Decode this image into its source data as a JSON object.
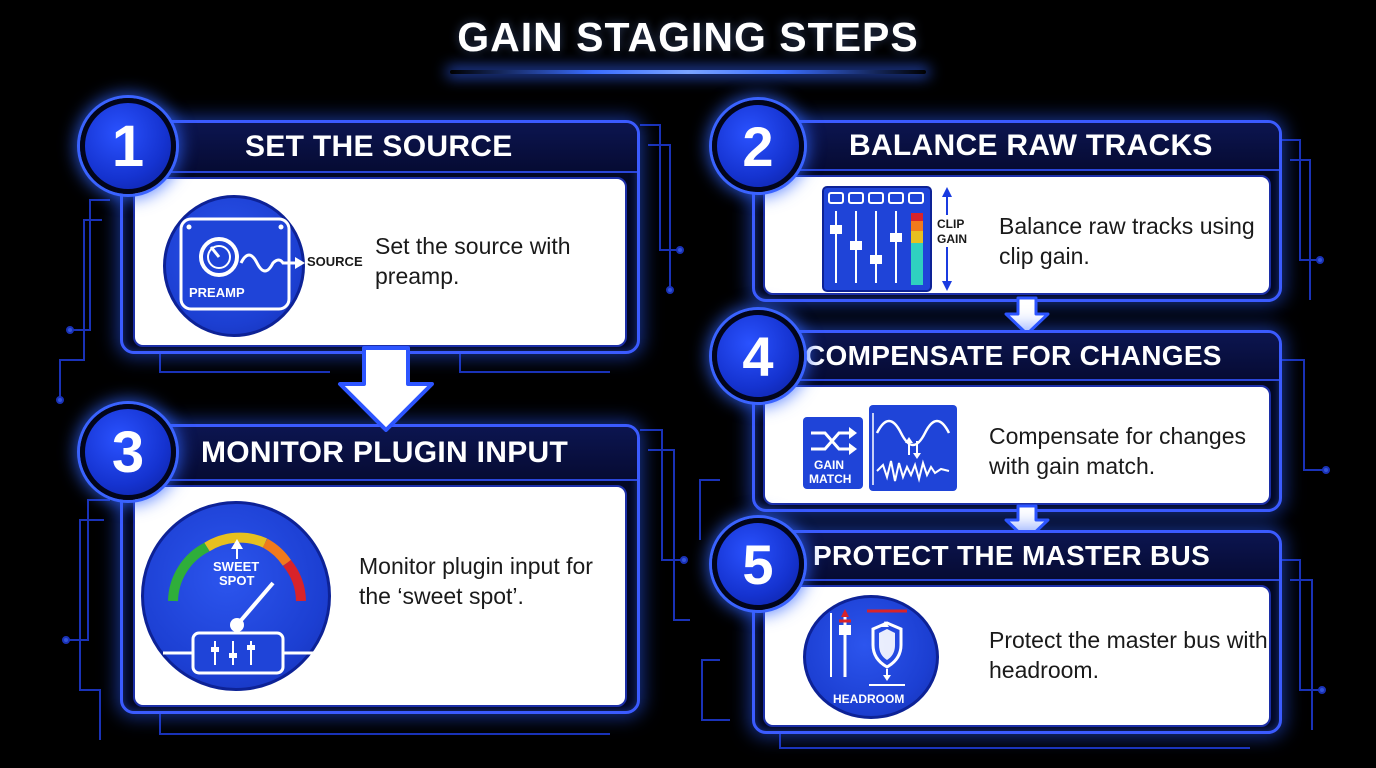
{
  "title": "GAIN STAGING STEPS",
  "colors": {
    "accent": "#3b5bff",
    "badge": "#1a3be0",
    "background": "#000000",
    "card_body": "#ffffff"
  },
  "steps": [
    {
      "number": "1",
      "heading": "SET THE SOURCE",
      "description": "Set the source with preamp.",
      "icon": "preamp-icon",
      "icon_labels": {
        "device": "PREAMP",
        "output": "SOURCE"
      }
    },
    {
      "number": "2",
      "heading": "BALANCE RAW TRACKS",
      "description": "Balance raw tracks using clip gain.",
      "icon": "mixer-faders-icon",
      "icon_labels": {
        "line1": "CLIP",
        "line2": "GAIN"
      }
    },
    {
      "number": "3",
      "heading": "MONITOR PLUGIN INPUT",
      "description": "Monitor plugin input for the ‘sweet spot’.",
      "icon": "meter-gauge-icon",
      "icon_labels": {
        "line1": "SWEET",
        "line2": "SPOT"
      }
    },
    {
      "number": "4",
      "heading": "COMPENSATE FOR CHANGES",
      "description": "Compensate for changes with gain match.",
      "icon": "gain-match-icon",
      "icon_labels": {
        "line1": "GAIN",
        "line2": "MATCH"
      }
    },
    {
      "number": "5",
      "heading": "PROTECT THE MASTER BUS",
      "description": "Protect the master bus with headroom.",
      "icon": "headroom-shield-icon",
      "icon_labels": {
        "label": "HEADROOM"
      }
    }
  ]
}
